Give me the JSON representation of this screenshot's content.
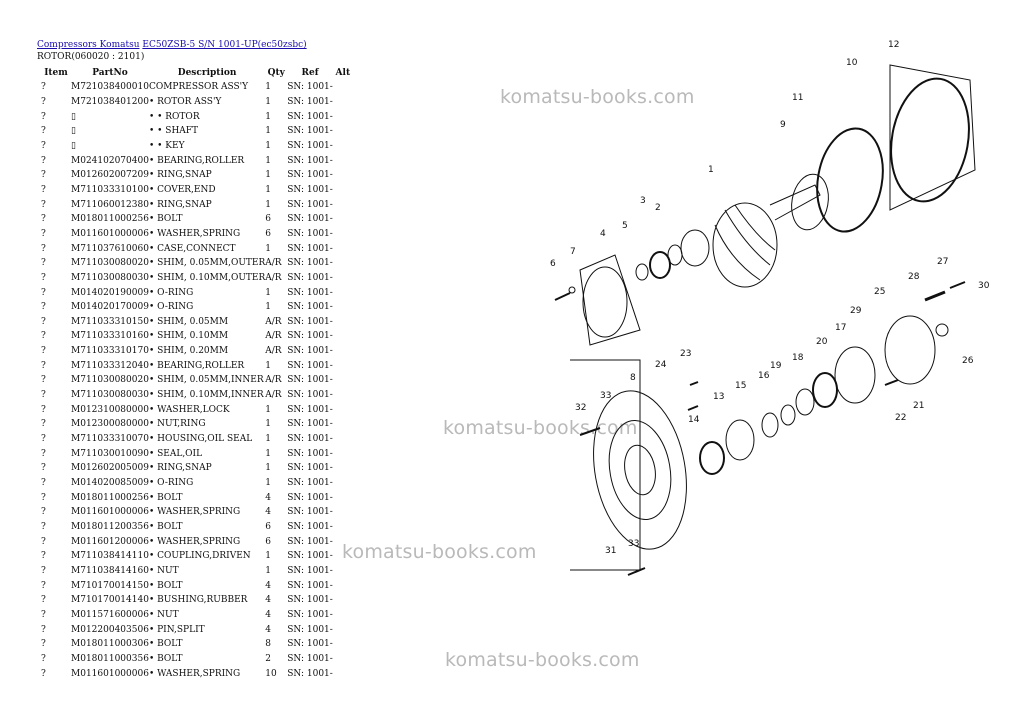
{
  "breadcrumb": {
    "link1": "Compressors Komatsu",
    "link2": "EC50ZSB-5 S/N 1001-UP(ec50zsbc)"
  },
  "subtitle": "ROTOR(060020 : 2101)",
  "headers": {
    "item": "Item",
    "partno": "PartNo",
    "description": "Description",
    "qty": "Qty",
    "ref": "Ref",
    "alt": "Alt"
  },
  "rows": [
    {
      "item": "?",
      "partno": "M721038400010",
      "desc": "COMPRESSOR ASS'Y",
      "qty": "1",
      "ref": "SN: 1001-"
    },
    {
      "item": "?",
      "partno": "M721038401200",
      "desc": "• ROTOR ASS'Y",
      "qty": "1",
      "ref": "SN: 1001-"
    },
    {
      "item": "?",
      "partno": "▯",
      "desc": "• • ROTOR",
      "qty": "1",
      "ref": "SN: 1001-"
    },
    {
      "item": "?",
      "partno": "▯",
      "desc": "• • SHAFT",
      "qty": "1",
      "ref": "SN: 1001-"
    },
    {
      "item": "?",
      "partno": "▯",
      "desc": "• • KEY",
      "qty": "1",
      "ref": "SN: 1001-"
    },
    {
      "item": "?",
      "partno": "M024102070400",
      "desc": "• BEARING,ROLLER",
      "qty": "1",
      "ref": "SN: 1001-"
    },
    {
      "item": "?",
      "partno": "M012602007209",
      "desc": "• RING,SNAP",
      "qty": "1",
      "ref": "SN: 1001-"
    },
    {
      "item": "?",
      "partno": "M711033310100",
      "desc": "• COVER,END",
      "qty": "1",
      "ref": "SN: 1001-"
    },
    {
      "item": "?",
      "partno": "M711060012380",
      "desc": "• RING,SNAP",
      "qty": "1",
      "ref": "SN: 1001-"
    },
    {
      "item": "?",
      "partno": "M018011000256",
      "desc": "• BOLT",
      "qty": "6",
      "ref": "SN: 1001-"
    },
    {
      "item": "?",
      "partno": "M011601000006",
      "desc": "• WASHER,SPRING",
      "qty": "6",
      "ref": "SN: 1001-"
    },
    {
      "item": "?",
      "partno": "M711037610060",
      "desc": "• CASE,CONNECT",
      "qty": "1",
      "ref": "SN: 1001-"
    },
    {
      "item": "?",
      "partno": "M711030080020",
      "desc": "• SHIM, 0.05MM,OUTER",
      "qty": "A/R",
      "ref": "SN: 1001-"
    },
    {
      "item": "?",
      "partno": "M711030080030",
      "desc": "• SHIM, 0.10MM,OUTER",
      "qty": "A/R",
      "ref": "SN: 1001-"
    },
    {
      "item": "?",
      "partno": "M014020190009",
      "desc": "• O-RING",
      "qty": "1",
      "ref": "SN: 1001-"
    },
    {
      "item": "?",
      "partno": "M014020170009",
      "desc": "• O-RING",
      "qty": "1",
      "ref": "SN: 1001-"
    },
    {
      "item": "?",
      "partno": "M711033310150",
      "desc": "• SHIM, 0.05MM",
      "qty": "A/R",
      "ref": "SN: 1001-"
    },
    {
      "item": "?",
      "partno": "M711033310160",
      "desc": "• SHIM, 0.10MM",
      "qty": "A/R",
      "ref": "SN: 1001-"
    },
    {
      "item": "?",
      "partno": "M711033310170",
      "desc": "• SHIM, 0.20MM",
      "qty": "A/R",
      "ref": "SN: 1001-"
    },
    {
      "item": "?",
      "partno": "M711033312040",
      "desc": "• BEARING,ROLLER",
      "qty": "1",
      "ref": "SN: 1001-"
    },
    {
      "item": "?",
      "partno": "M711030080020",
      "desc": "• SHIM, 0.05MM,INNER",
      "qty": "A/R",
      "ref": "SN: 1001-"
    },
    {
      "item": "?",
      "partno": "M711030080030",
      "desc": "• SHIM, 0.10MM,INNER",
      "qty": "A/R",
      "ref": "SN: 1001-"
    },
    {
      "item": "?",
      "partno": "M012310080000",
      "desc": "• WASHER,LOCK",
      "qty": "1",
      "ref": "SN: 1001-"
    },
    {
      "item": "?",
      "partno": "M012300080000",
      "desc": "• NUT,RING",
      "qty": "1",
      "ref": "SN: 1001-"
    },
    {
      "item": "?",
      "partno": "M711033310070",
      "desc": "• HOUSING,OIL SEAL",
      "qty": "1",
      "ref": "SN: 1001-"
    },
    {
      "item": "?",
      "partno": "M711030010090",
      "desc": "• SEAL,OIL",
      "qty": "1",
      "ref": "SN: 1001-"
    },
    {
      "item": "?",
      "partno": "M012602005009",
      "desc": "• RING,SNAP",
      "qty": "1",
      "ref": "SN: 1001-"
    },
    {
      "item": "?",
      "partno": "M014020085009",
      "desc": "• O-RING",
      "qty": "1",
      "ref": "SN: 1001-"
    },
    {
      "item": "?",
      "partno": "M018011000256",
      "desc": "• BOLT",
      "qty": "4",
      "ref": "SN: 1001-"
    },
    {
      "item": "?",
      "partno": "M011601000006",
      "desc": "• WASHER,SPRING",
      "qty": "4",
      "ref": "SN: 1001-"
    },
    {
      "item": "?",
      "partno": "M018011200356",
      "desc": "• BOLT",
      "qty": "6",
      "ref": "SN: 1001-"
    },
    {
      "item": "?",
      "partno": "M011601200006",
      "desc": "• WASHER,SPRING",
      "qty": "6",
      "ref": "SN: 1001-"
    },
    {
      "item": "?",
      "partno": "M711038414110",
      "desc": "• COUPLING,DRIVEN",
      "qty": "1",
      "ref": "SN: 1001-"
    },
    {
      "item": "?",
      "partno": "M711038414160",
      "desc": "• NUT",
      "qty": "1",
      "ref": "SN: 1001-"
    },
    {
      "item": "?",
      "partno": "M710170014150",
      "desc": "• BOLT",
      "qty": "4",
      "ref": "SN: 1001-"
    },
    {
      "item": "?",
      "partno": "M710170014140",
      "desc": "• BUSHING,RUBBER",
      "qty": "4",
      "ref": "SN: 1001-"
    },
    {
      "item": "?",
      "partno": "M011571600006",
      "desc": "• NUT",
      "qty": "4",
      "ref": "SN: 1001-"
    },
    {
      "item": "?",
      "partno": "M012200403506",
      "desc": "• PIN,SPLIT",
      "qty": "4",
      "ref": "SN: 1001-"
    },
    {
      "item": "?",
      "partno": "M018011000306",
      "desc": "• BOLT",
      "qty": "8",
      "ref": "SN: 1001-"
    },
    {
      "item": "?",
      "partno": "M018011000356",
      "desc": "• BOLT",
      "qty": "2",
      "ref": "SN: 1001-"
    },
    {
      "item": "?",
      "partno": "M011601000006",
      "desc": "• WASHER,SPRING",
      "qty": "10",
      "ref": "SN: 1001-"
    }
  ],
  "watermark": "komatsu-books.com",
  "diagram_labels": [
    "1",
    "3",
    "2",
    "4",
    "5",
    "6",
    "7",
    "8",
    "9",
    "10",
    "11",
    "12",
    "13",
    "14",
    "15",
    "16",
    "17",
    "18",
    "19",
    "20",
    "21",
    "22",
    "23",
    "24",
    "25",
    "26",
    "27",
    "28",
    "29",
    "30",
    "31",
    "32",
    "33",
    "33"
  ]
}
